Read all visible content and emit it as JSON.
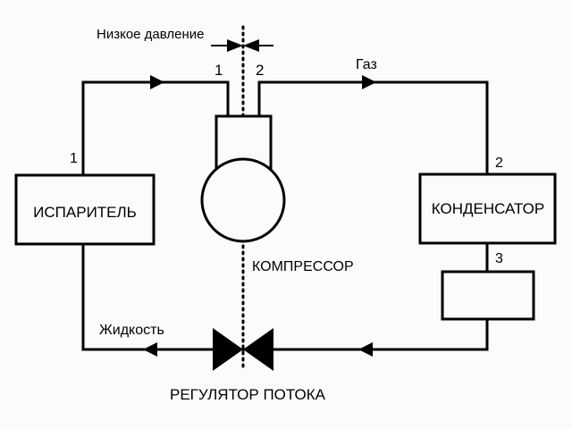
{
  "diagram": {
    "type": "refrigeration-cycle",
    "labels": {
      "low_pressure": "Низкое давление",
      "gas": "Газ",
      "liquid": "Жидкость",
      "compressor": "КОМПРЕССОР",
      "flow_regulator": "РЕГУЛЯТОР ПОТОКА",
      "evaporator": "ИСПАРИТЕЛЬ",
      "condenser": "КОНДЕНСАТОР"
    },
    "points": {
      "p1_top": "1",
      "p2_top": "2",
      "p1_evap": "1",
      "p2_cond": "2",
      "p3_cond": "3"
    },
    "colors": {
      "line": "#000000",
      "background": "#fbfbfb"
    }
  }
}
